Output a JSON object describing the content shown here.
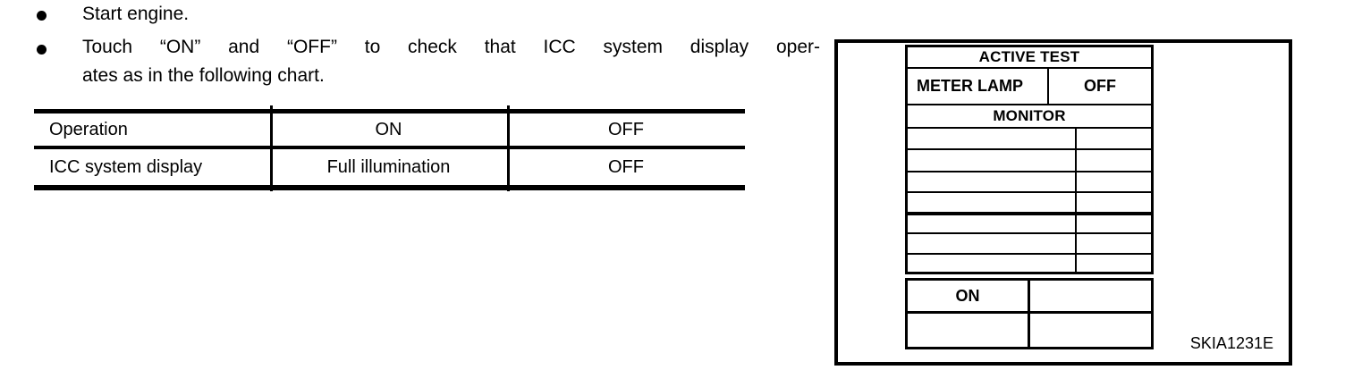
{
  "bullets": {
    "item1": "Start engine.",
    "item2_line1": "Touch “ON” and “OFF” to check that ICC system display oper-",
    "item2_line2": "ates as in the following chart."
  },
  "operation_table": {
    "rows": [
      {
        "c1": "Operation",
        "c2": "ON",
        "c3": "OFF"
      },
      {
        "c1": "ICC system display",
        "c2": "Full illumination",
        "c3": "OFF"
      }
    ]
  },
  "consult_screen": {
    "title": "ACTIVE TEST",
    "test_item": "METER LAMP",
    "test_value": "OFF",
    "monitor_label": "MONITOR",
    "on_button": "ON",
    "figure_code": "SKIA1231E"
  },
  "colors": {
    "ink": "#000000",
    "paper": "#ffffff"
  }
}
